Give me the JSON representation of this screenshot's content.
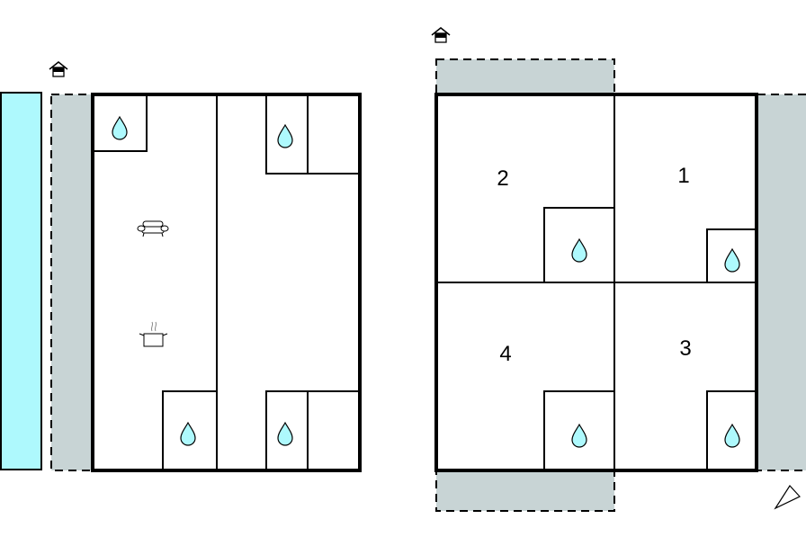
{
  "plan": {
    "buildings": [
      {
        "name": "left-building",
        "features": [
          "pool",
          "terrace",
          "living-room",
          "kitchen",
          "bathrooms"
        ]
      },
      {
        "name": "right-building",
        "rooms": [
          {
            "label": "2"
          },
          {
            "label": "1"
          },
          {
            "label": "4"
          },
          {
            "label": "3"
          }
        ]
      }
    ],
    "icons": {
      "entrance": "home-entrance-icon",
      "bathroom": "water-drop-icon",
      "living": "sofa-icon",
      "kitchen": "cooking-pot-icon",
      "north": "compass-arrow-icon"
    },
    "colors": {
      "pool": "#aef9fd",
      "terrace": "#c8d4d5",
      "wall": "#000000"
    }
  }
}
